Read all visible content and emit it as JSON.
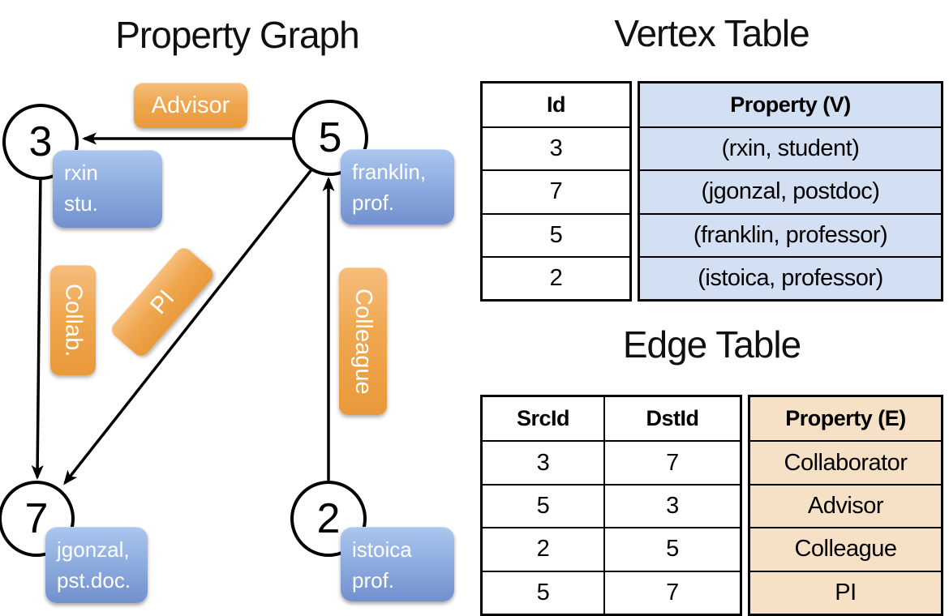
{
  "graph_panel": {
    "title": "Property Graph",
    "nodes": [
      {
        "id": "3",
        "prop_line1": "rxin",
        "prop_line2": "stu."
      },
      {
        "id": "5",
        "prop_line1": "franklin,",
        "prop_line2": "prof."
      },
      {
        "id": "7",
        "prop_line1": "jgonzal,",
        "prop_line2": "pst.doc."
      },
      {
        "id": "2",
        "prop_line1": "istoica",
        "prop_line2": "prof."
      }
    ],
    "edge_labels": {
      "advisor": "Advisor",
      "collab": "Collab.",
      "pi": "PI",
      "colleague": "Colleague"
    }
  },
  "vertex_table": {
    "title": "Vertex Table",
    "columns": {
      "id": "Id",
      "property": "Property (V)"
    },
    "rows": [
      {
        "id": "3",
        "property": "(rxin, student)"
      },
      {
        "id": "7",
        "property": "(jgonzal, postdoc)"
      },
      {
        "id": "5",
        "property": "(franklin, professor)"
      },
      {
        "id": "2",
        "property": "(istoica, professor)"
      }
    ]
  },
  "edge_table": {
    "title": "Edge Table",
    "columns": {
      "src": "SrcId",
      "dst": "DstId",
      "property": "Property (E)"
    },
    "rows": [
      {
        "src": "3",
        "dst": "7",
        "property": "Collaborator"
      },
      {
        "src": "5",
        "dst": "3",
        "property": "Advisor"
      },
      {
        "src": "2",
        "dst": "5",
        "property": "Colleague"
      },
      {
        "src": "5",
        "dst": "7",
        "property": "PI"
      }
    ]
  },
  "colors": {
    "edge_label_orange": "#efa74f",
    "vertex_label_blue": "#8cabde",
    "vertex_property_column_bg": "#d3dff3",
    "edge_property_column_bg": "#f7e1c6",
    "line_black": "#000000"
  }
}
